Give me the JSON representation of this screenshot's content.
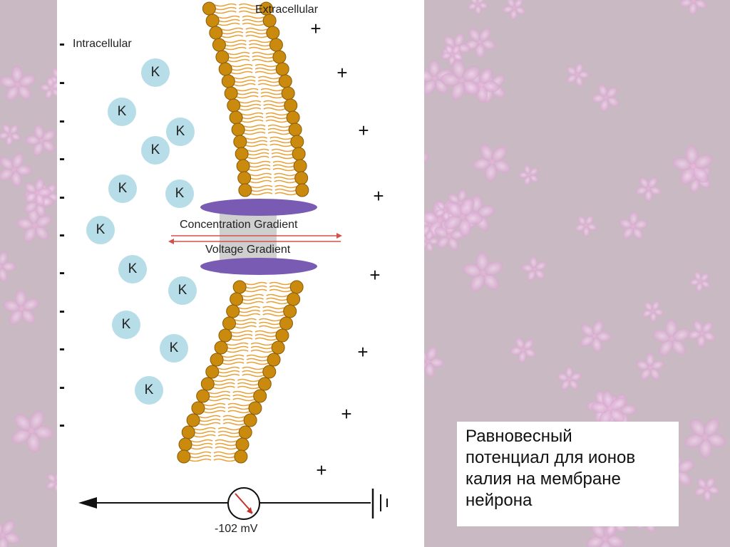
{
  "labels": {
    "extracellular": "Extracellular",
    "intracellular": "Intracellular",
    "concentration_gradient": "Concentration Gradient",
    "voltage_gradient": "Voltage Gradient",
    "voltage_reading": "-102 mV"
  },
  "ion_symbol": "K",
  "ion_count": 12,
  "plus_symbol": "+",
  "minus_symbol": "-",
  "caption_lines": [
    "Равновесный",
    "потенциал для ионов",
    "калия на мембране",
    "нейрона"
  ],
  "colors": {
    "ion_fill": "#b6dde8",
    "lipid_head": "#c98a0e",
    "lipid_tail": "#e8a23a",
    "channel": "#7a5bb4",
    "arrow": "#d4504a"
  }
}
